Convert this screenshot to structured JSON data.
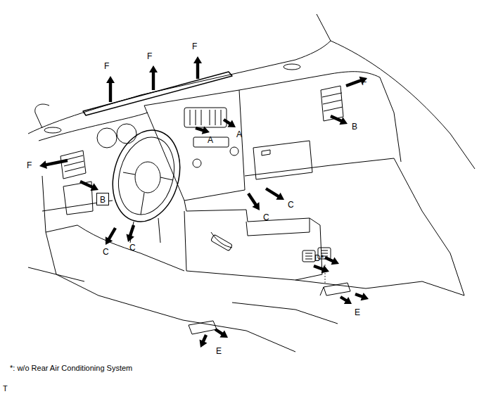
{
  "diagram": {
    "nodes": [
      {
        "text": [
          "B"
        ]
      }
    ],
    "labels": [
      "F",
      "F",
      "F",
      "F",
      "F",
      "A",
      "A",
      "B",
      "C",
      "C",
      "C",
      "C",
      "D*",
      "E",
      "E",
      "*: w/o Rear Air Conditioning System",
      "T"
    ]
  }
}
